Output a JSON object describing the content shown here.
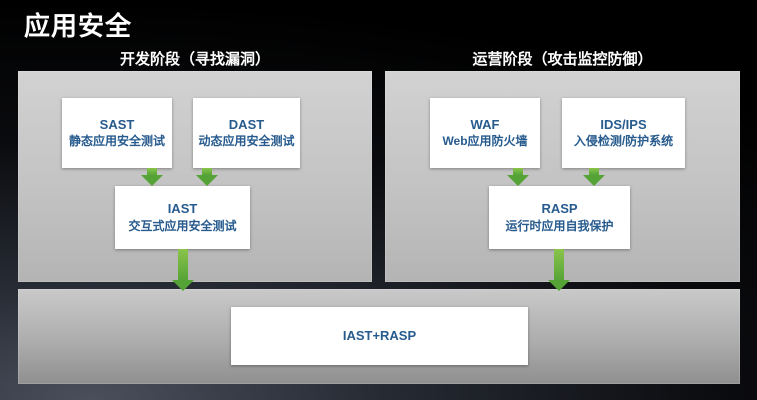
{
  "title": "应用安全",
  "left_section": {
    "label": "开发阶段（寻找漏洞）",
    "boxes": {
      "sast": {
        "name": "SAST",
        "desc": "静态应用安全测试"
      },
      "dast": {
        "name": "DAST",
        "desc": "动态应用安全测试"
      },
      "iast": {
        "name": "IAST",
        "desc": "交互式应用安全测试"
      }
    }
  },
  "right_section": {
    "label": "运营阶段（攻击监控防御）",
    "boxes": {
      "waf": {
        "name": "WAF",
        "desc": "Web应用防火墙"
      },
      "ids": {
        "name": "IDS/IPS",
        "desc": "入侵检测/防护系统"
      },
      "rasp": {
        "name": "RASP",
        "desc": "运行时应用自我保护"
      }
    }
  },
  "bottom": {
    "label": "IAST+RASP"
  },
  "colors": {
    "box_text_blue": "#275b8e",
    "arrow_green": "#57a437",
    "panel_gray": "#c6c6c6",
    "background": "#000000"
  }
}
